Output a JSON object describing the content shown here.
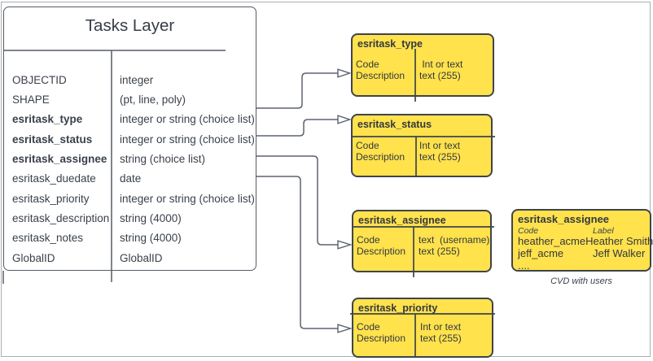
{
  "diagram": {
    "main_table": {
      "title": "Tasks Layer",
      "rows": [
        {
          "field": "OBJECTID",
          "type": "integer",
          "bold": false
        },
        {
          "field": "SHAPE",
          "type": "(pt, line, poly)",
          "bold": false
        },
        {
          "field": "esritask_type",
          "type": "integer or string (choice list)",
          "bold": true
        },
        {
          "field": "esritask_status",
          "type": "integer or string (choice list)",
          "bold": true
        },
        {
          "field": "esritask_assignee",
          "type": "string (choice list)",
          "bold": true
        },
        {
          "field": "esritask_duedate",
          "type": "date",
          "bold": false
        },
        {
          "field": "esritask_priority",
          "type": "integer or string (choice list)",
          "bold": false
        },
        {
          "field": "esritask_description",
          "type": "string (4000)",
          "bold": false
        },
        {
          "field": "esritask_notes",
          "type": "string (4000)",
          "bold": false
        },
        {
          "field": "GlobalID",
          "type": "GlobalID",
          "bold": false
        }
      ]
    },
    "domain_boxes": [
      {
        "title": "esritask_type",
        "left": [
          "Code",
          "Description"
        ],
        "right": [
          " Int or text",
          "text (255)"
        ]
      },
      {
        "title": "esritask_status",
        "left": [
          "Code",
          "Description"
        ],
        "right": [
          "Int or text",
          "text (255)"
        ]
      },
      {
        "title": "esritask_assignee",
        "left": [
          "Code",
          "Description"
        ],
        "right": [
          "text  (username)",
          "text (255)"
        ]
      },
      {
        "title": "esritask_priority",
        "left": [
          "Code",
          "Description"
        ],
        "right": [
          "Int or text",
          "text (255)"
        ]
      }
    ],
    "cvd_box": {
      "title": "esritask_assignee",
      "headers": [
        "Code",
        "Label"
      ],
      "rows": [
        {
          "code": "heather_acme",
          "label": "Heather Smith"
        },
        {
          "code": "jeff_acme",
          "label": "Jeff Walker"
        },
        {
          "code": "....",
          "label": ""
        }
      ],
      "caption": "CVD with users"
    },
    "connections": [
      {
        "from": "Tasks Layer.esritask_type",
        "to": "esritask_type"
      },
      {
        "from": "Tasks Layer.esritask_status",
        "to": "esritask_status"
      },
      {
        "from": "Tasks Layer.esritask_assignee",
        "to": "esritask_assignee"
      },
      {
        "from": "Tasks Layer.esritask_priority",
        "to": "esritask_priority"
      }
    ],
    "colors": {
      "domain_box_fill": "#ffe24c",
      "domain_box_border": "#3f444b",
      "table_border": "#565c66",
      "connector_line": "#5d646e",
      "text": "#3a414b",
      "canvas_frame": "#aaadb3"
    }
  }
}
